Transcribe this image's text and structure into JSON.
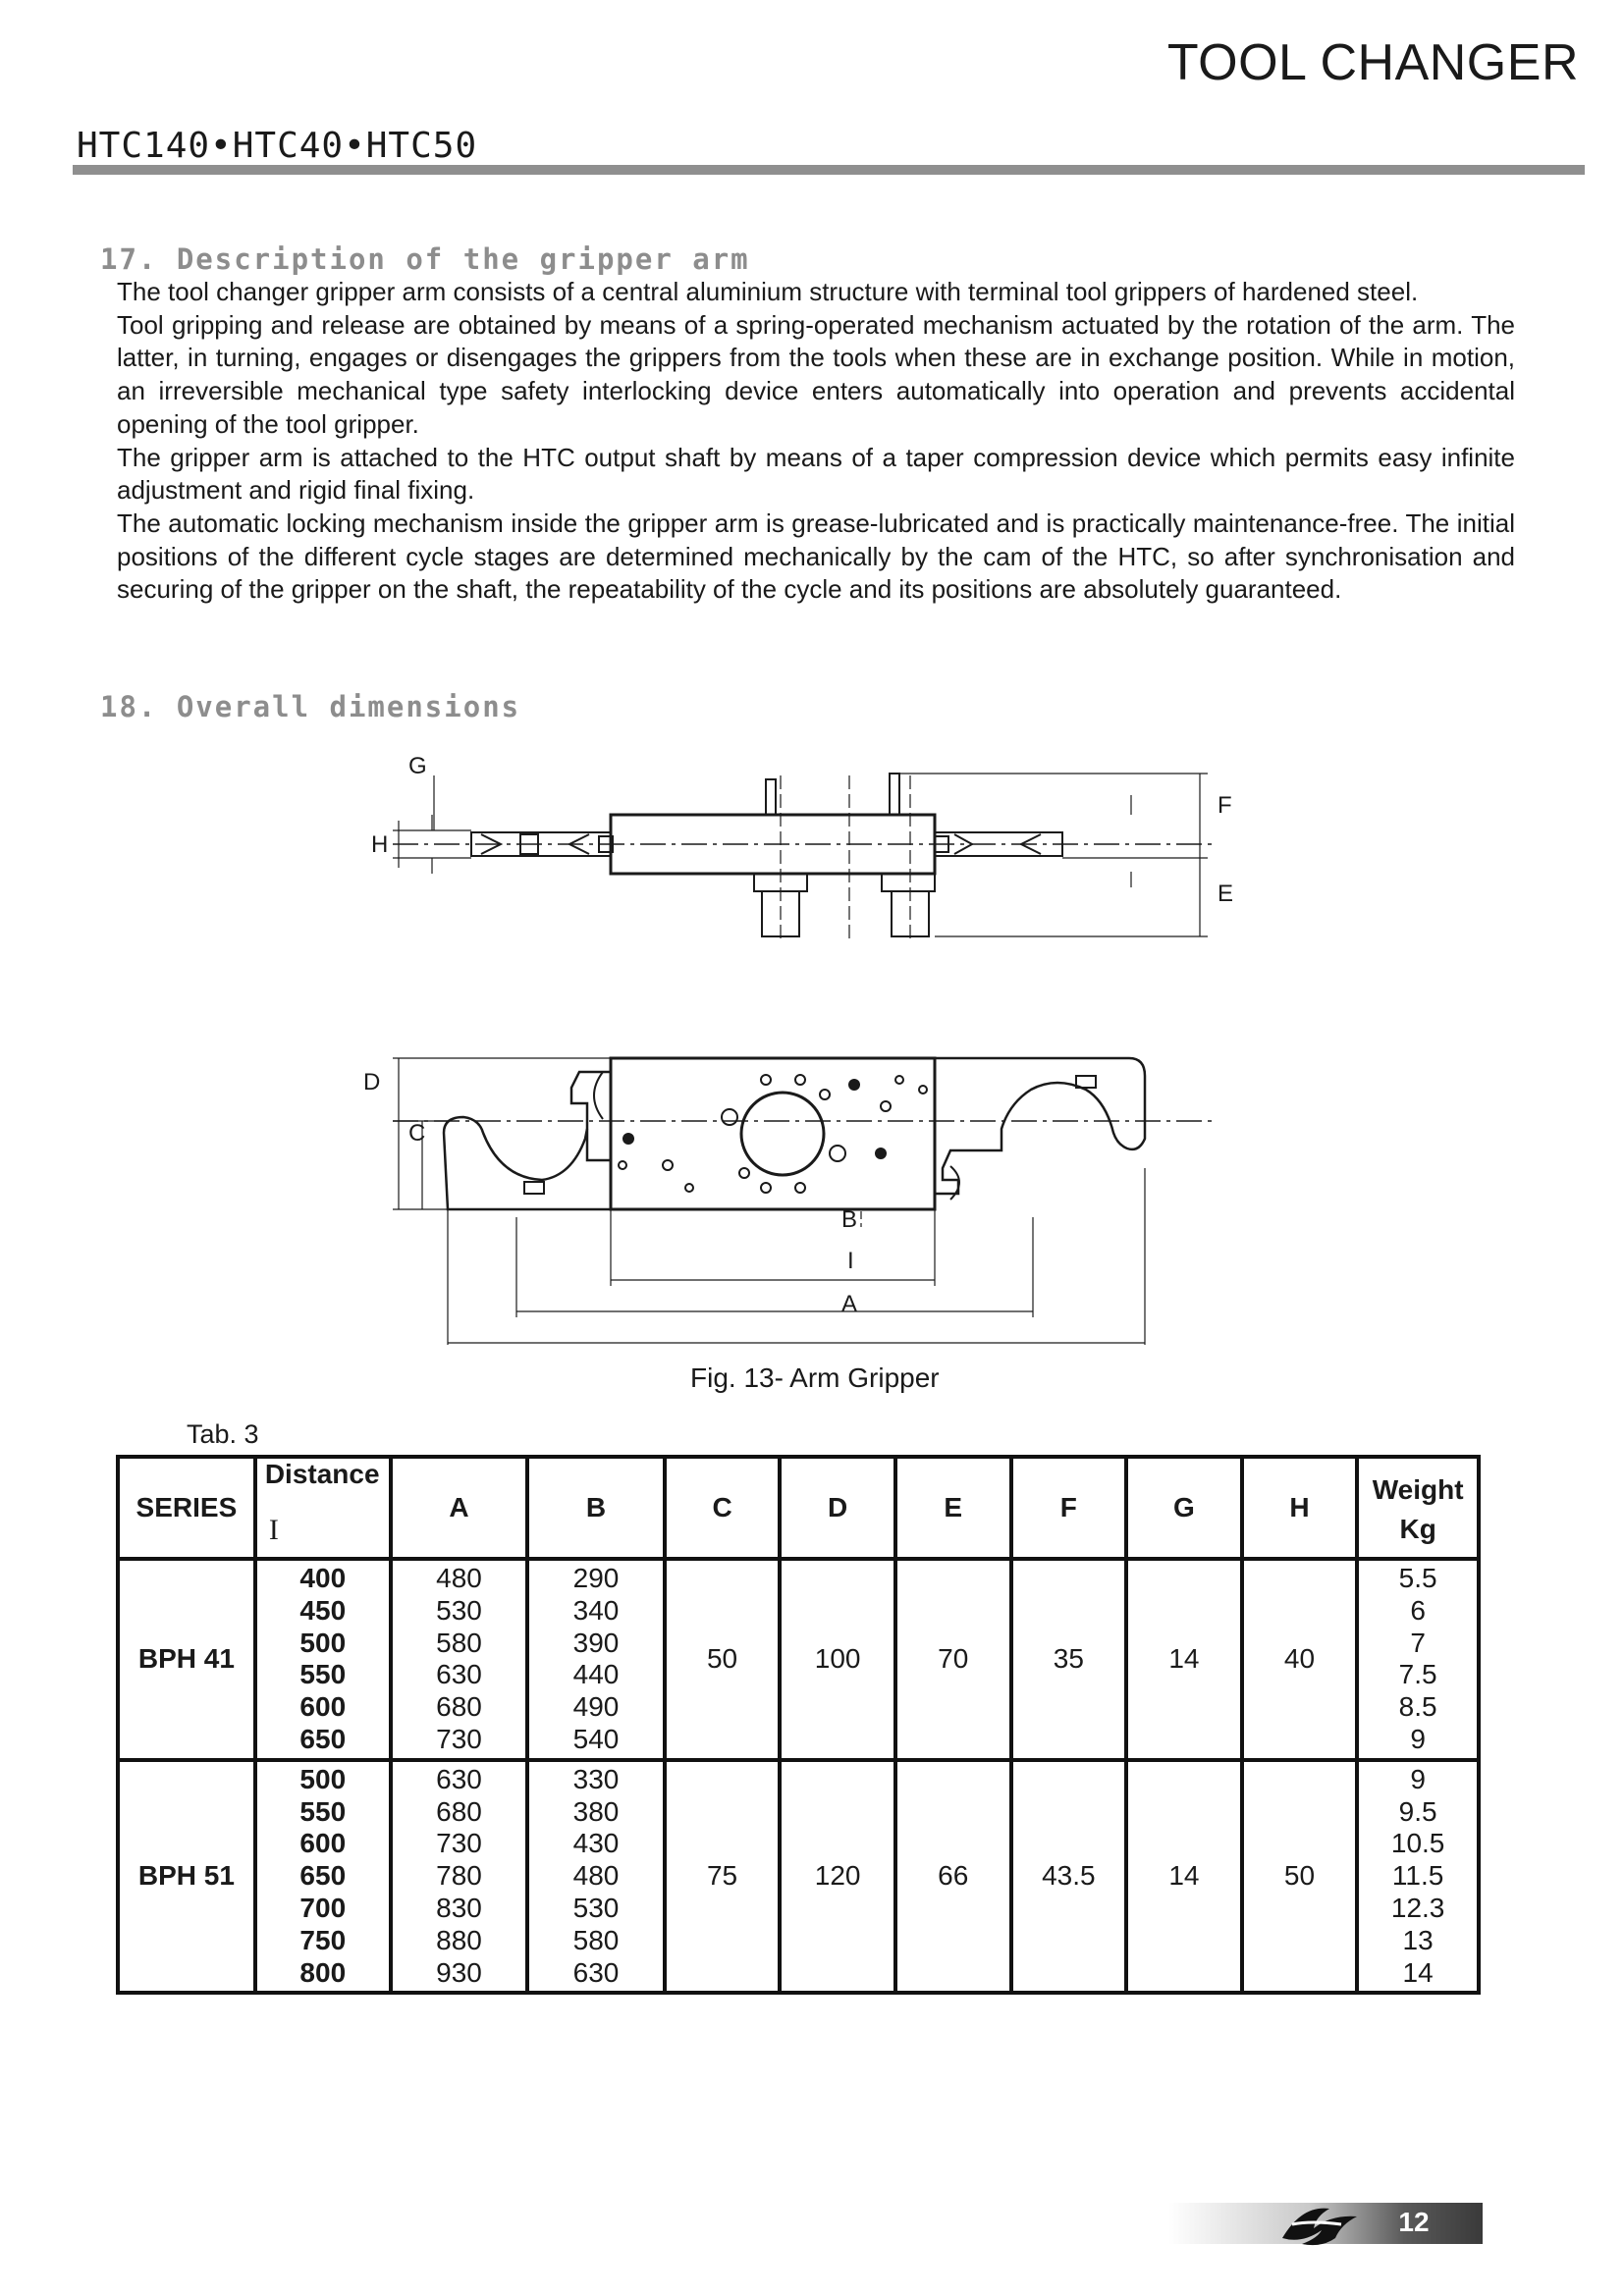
{
  "header": {
    "title": "TOOL CHANGER",
    "models": "HTC140•HTC40•HTC50"
  },
  "section17": {
    "heading": "17.  Description of the gripper arm",
    "paragraphs": [
      "The tool changer gripper arm consists of a central aluminium structure with terminal tool grippers of hardened steel.",
      "Tool gripping and release are obtained by means of a spring-operated mechanism actuated by the rotation of the arm. The latter, in turning, engages or disengages the grippers from the tools when these are in exchange position. While in motion, an irreversible mechanical type safety interlocking device enters automatically into operation and prevents accidental opening of the tool gripper.",
      "The gripper arm is attached to the HTC output shaft by means of a taper compression device which permits easy infinite adjustment and rigid final fixing.",
      "The automatic locking mechanism inside the gripper arm is grease-lubricated and is practically maintenance-free. The initial positions of the different cycle stages are determined mechanically by the cam of the HTC, so after synchronisation and securing of the gripper on the shaft, the repeatability of the cycle and its positions are absolutely guaranteed."
    ]
  },
  "section18": {
    "heading": "18. Overall dimensions"
  },
  "drawing_labels": {
    "G": "G",
    "H": "H",
    "F": "F",
    "E": "E",
    "D": "D",
    "C": "C",
    "B": "B",
    "I": "I",
    "A": "A"
  },
  "figure": {
    "caption": "Fig. 13- Arm Gripper"
  },
  "table": {
    "label": "Tab.  3",
    "headers": {
      "series": "SERIES",
      "distance": "Distance",
      "distance_symbol": "I",
      "a": "A",
      "b": "B",
      "c": "C",
      "d": "D",
      "e": "E",
      "f": "F",
      "g": "G",
      "h": "H",
      "weight": "Weight",
      "weight_unit": "Kg"
    },
    "groups": [
      {
        "series": "BPH 41",
        "distance": [
          "400",
          "450",
          "500",
          "550",
          "600",
          "650"
        ],
        "a": [
          "480",
          "530",
          "580",
          "630",
          "680",
          "730"
        ],
        "b": [
          "290",
          "340",
          "390",
          "440",
          "490",
          "540"
        ],
        "c": "50",
        "d": "100",
        "e": "70",
        "f": "35",
        "g": "14",
        "h": "40",
        "weight": [
          "5.5",
          "6",
          "7",
          "7.5",
          "8.5",
          "9"
        ]
      },
      {
        "series": "BPH 51",
        "distance": [
          "500",
          "550",
          "600",
          "650",
          "700",
          "750",
          "800"
        ],
        "a": [
          "630",
          "680",
          "730",
          "780",
          "830",
          "880",
          "930"
        ],
        "b": [
          "330",
          "380",
          "430",
          "480",
          "530",
          "580",
          "630"
        ],
        "c": "75",
        "d": "120",
        "e": "66",
        "f": "43.5",
        "g": "14",
        "h": "50",
        "weight": [
          "9",
          "9.5",
          "10.5",
          "11.5",
          "12.3",
          "13",
          "14"
        ]
      }
    ]
  },
  "footer": {
    "page_number": "12",
    "logo_icon": "company-logo-icon"
  }
}
